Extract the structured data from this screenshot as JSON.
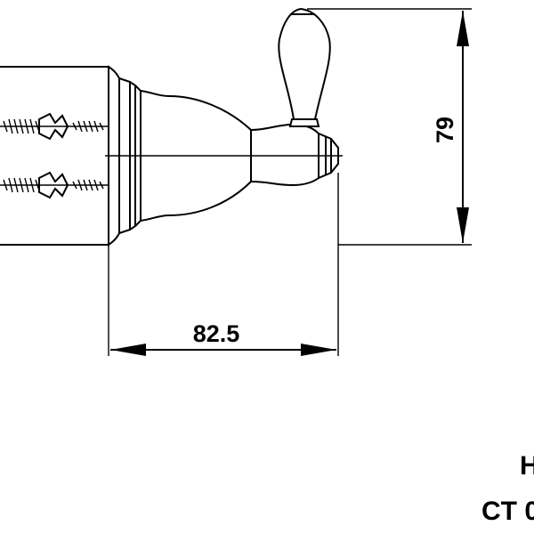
{
  "dimensions": {
    "height_label": "79",
    "width_label": "82.5"
  },
  "title_block": {
    "line1": "H",
    "line2": "CT 0"
  },
  "colors": {
    "ink": "#000000",
    "paper": "#ffffff"
  }
}
